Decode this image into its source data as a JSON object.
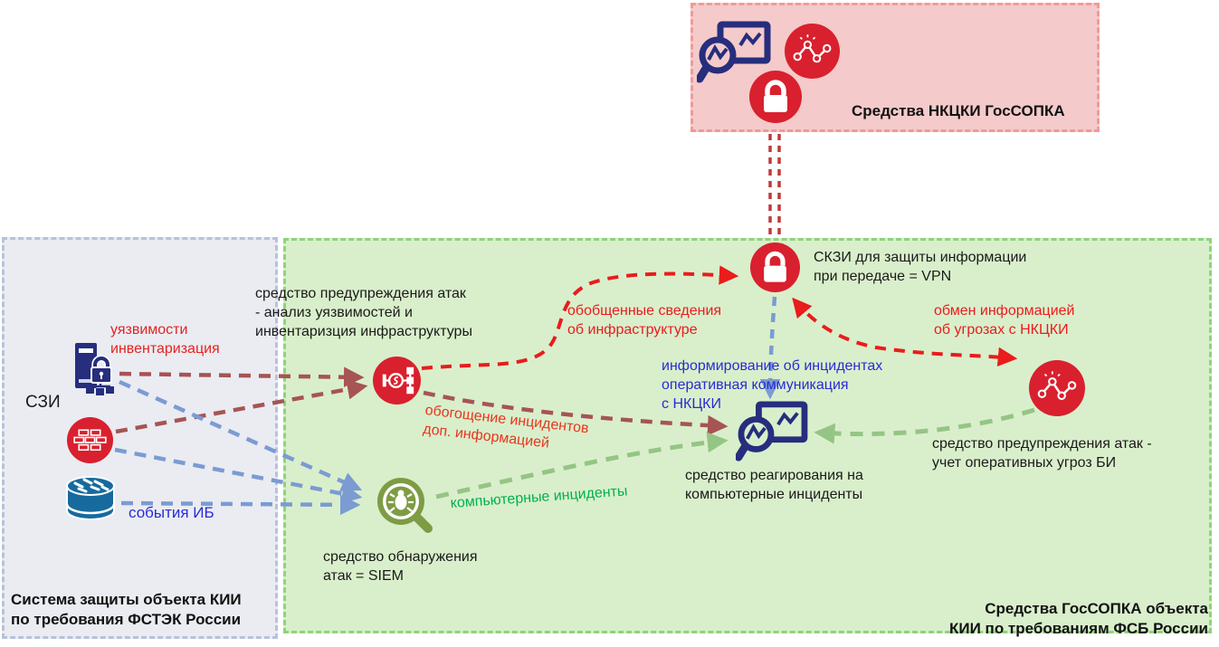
{
  "regions": {
    "nkcki": {
      "title": "Средства НКЦКИ ГосСОПКА"
    },
    "fstek": {
      "title": "Система защиты объекта КИИ\nпо требования ФСТЭК России"
    },
    "fsb": {
      "title": "Средства ГосСОПКА объекта\nКИИ по требованиям ФСБ России"
    }
  },
  "nodes": {
    "szi": {
      "label": "СЗИ"
    },
    "scanner": {
      "label": "средство предупреждения атак\n - анализ уязвимостей и\nинвентаризция инфраструктуры"
    },
    "siem": {
      "label": "средство обнаружения\nатак = SIEM"
    },
    "vpn": {
      "label": "СКЗИ для защиты информации\nпри передаче = VPN"
    },
    "response": {
      "label": "средство реагирования на\nкомпьютерные инциденты"
    },
    "threat_intel": {
      "label": "средство предупреждения атак -\nучет оперативных угроз БИ"
    }
  },
  "edge_labels": {
    "vuln": "уязвимости\nинвентаризация",
    "events": "события ИБ",
    "summary": "обобщенные сведения\nоб инфраструктуре",
    "enrich": "обогощение инцидентов\nдоп. информацией",
    "incidents": "компьютерные инциденты",
    "inform": "информирование об инцидентах\nоперативная коммуникация\nс НКЦКИ",
    "exchange": "обмен информацией\nоб угрозах с НКЦКИ"
  },
  "palette": {
    "accent_red": "#d9202e",
    "navy": "#262e7d",
    "olive": "#7d9c44",
    "db_blue": "#176a9e",
    "line_dark_red": "#a65454",
    "line_blue": "#7b9bd2",
    "line_green": "#94c584",
    "line_bright_red": "#ea1c1c",
    "line_vertical_red": "#c03a3a",
    "text_red": "#e42320",
    "text_blue": "#2a2ad6",
    "text_green": "#00b050",
    "box_pink": "#f5caca",
    "box_pink_border": "#ef9a9a",
    "box_gray": "#eaecf2",
    "box_gray_border": "#b7c3d9",
    "box_green": "#d9efcb",
    "box_green_border": "#8ed47c"
  }
}
